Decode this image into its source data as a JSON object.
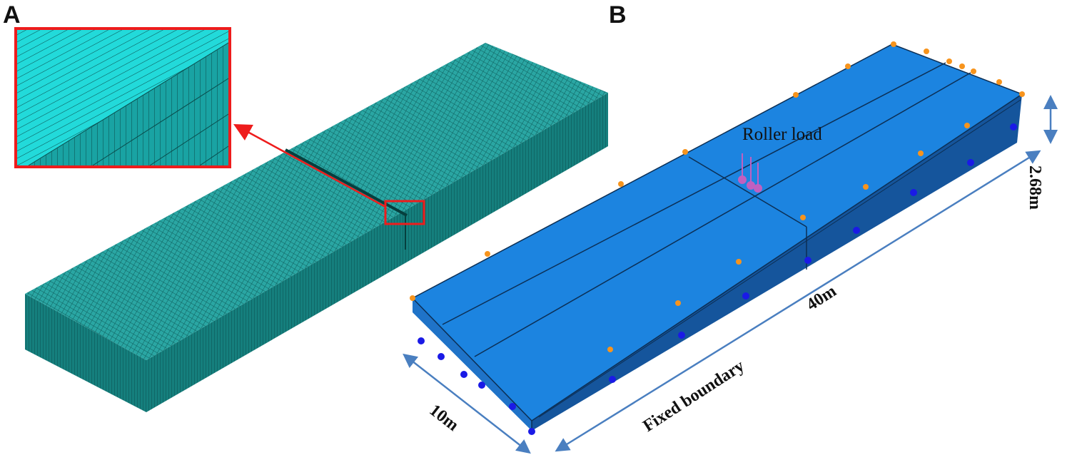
{
  "figure": {
    "panels": [
      {
        "id": "A",
        "label": "A",
        "description": "Finite element mesh of pavement block with zoomed inset",
        "colors": {
          "mesh_top": "#2aa6a3",
          "mesh_side": "#127a78",
          "inset_fill": "#22dada",
          "inset_border": "#ee1c1c"
        }
      },
      {
        "id": "B",
        "label": "B",
        "description": "Model geometry with boundary conditions and roller load",
        "colors": {
          "top_face": "#1c84e0",
          "side_face": "#15559c",
          "constraint_orange": "#f7941d",
          "constraint_blue": "#1a1ae6",
          "load_pink": "#c060c0",
          "dimension_arrow": "#4a7fc0"
        },
        "annotations": {
          "load_label": "Roller load",
          "height_label": "2.68m",
          "length_label": "40m",
          "width_label": "10m",
          "boundary_label": "Fixed boundary"
        }
      }
    ]
  }
}
